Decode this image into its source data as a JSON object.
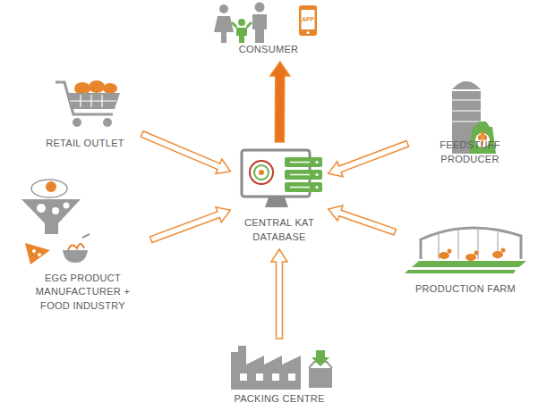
{
  "diagram": {
    "nodes": [
      {
        "text": [
          "CONSUMER"
        ]
      },
      {
        "text": [
          "RETAIL OUTLET"
        ]
      },
      {
        "text": [
          "FEEDSTUFF PRODUCER"
        ]
      },
      {
        "text": [
          "CENTRAL KAT DATABASE"
        ]
      },
      {
        "text": [
          "EGG PRODUCT MANUFACTURER + FOOD INDUSTRY"
        ]
      },
      {
        "text": [
          "PRODUCTION FARM"
        ]
      },
      {
        "text": [
          "PACKING CENTRE"
        ]
      }
    ],
    "edges": [
      {
        "from": 1,
        "to": 3,
        "arrow": "to"
      },
      {
        "from": 2,
        "to": 3,
        "arrow": "to"
      },
      {
        "from": 4,
        "to": 3,
        "arrow": "to"
      },
      {
        "from": 5,
        "to": 3,
        "arrow": "to"
      },
      {
        "from": 6,
        "to": 3,
        "arrow": "to"
      },
      {
        "from": 3,
        "to": 0,
        "arrow": "to"
      }
    ],
    "labels": [
      "APP"
    ]
  }
}
